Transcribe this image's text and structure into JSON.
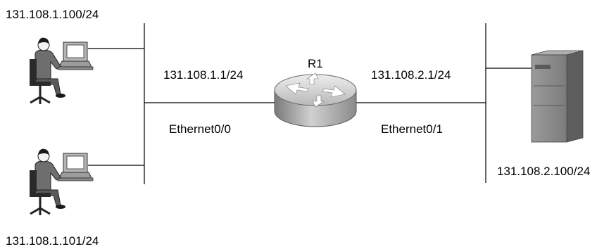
{
  "colors": {
    "line": "#000000",
    "router_body": "#a8a8a8",
    "router_top": "#d4d4d4",
    "server_body": "#8e8e8e",
    "person_body": "#6e6e6e",
    "monitor": "#b5b5b5",
    "screen": "#ffffff"
  },
  "router": {
    "name": "R1",
    "icon": "router-icon",
    "left_ip": "131.108.1.1/24",
    "left_interface": "Ethernet0/0",
    "right_ip": "131.108.2.1/24",
    "right_interface": "Ethernet0/1"
  },
  "hosts": [
    {
      "icon": "user-workstation-icon",
      "ip": "131.108.1.100/24"
    },
    {
      "icon": "user-workstation-icon",
      "ip": "131.108.1.101/24"
    }
  ],
  "server": {
    "icon": "server-tower-icon",
    "ip": "131.108.2.100/24"
  }
}
